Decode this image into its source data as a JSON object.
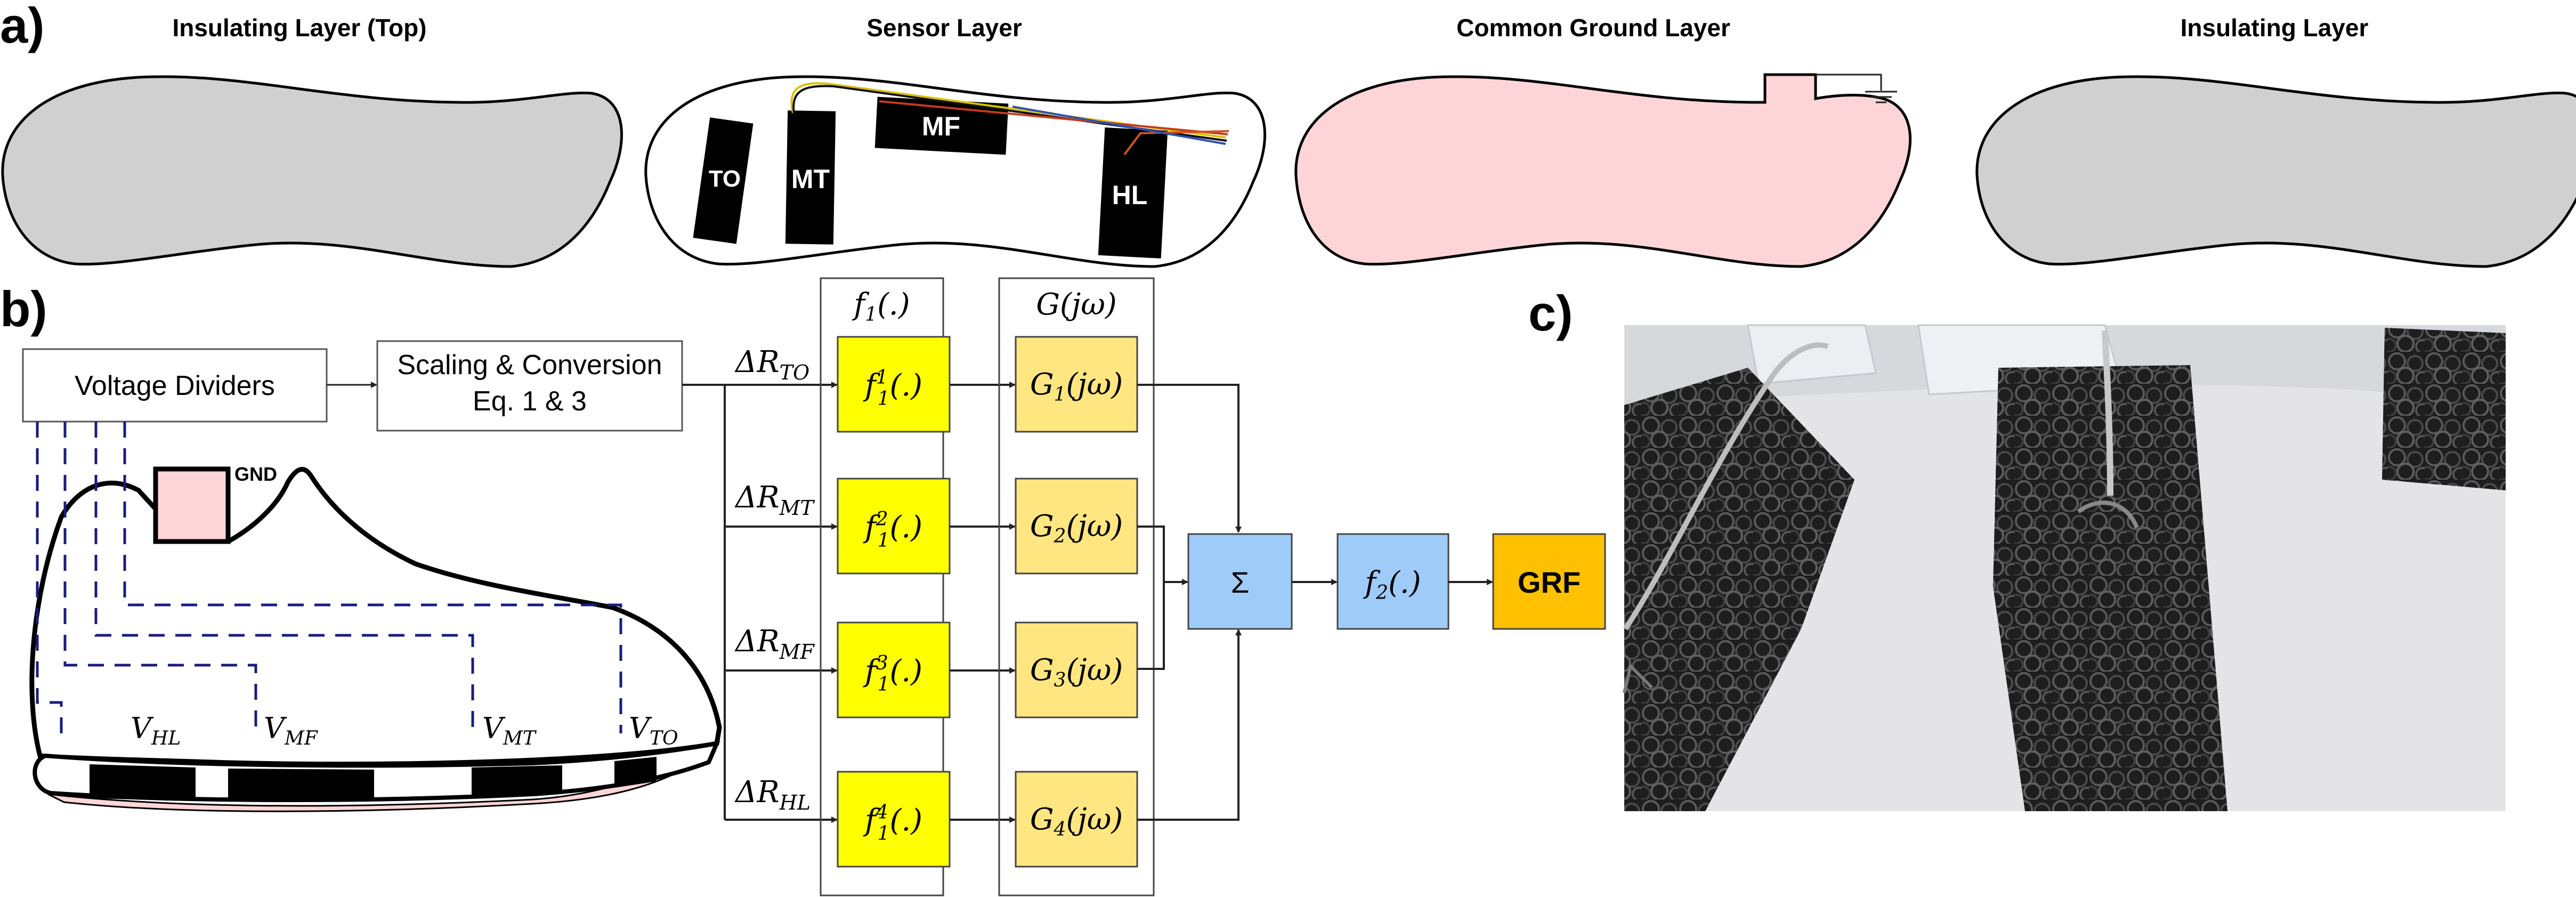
{
  "panel_a": {
    "label": "a)",
    "layers": [
      {
        "title": "Insulating Layer (Top)"
      },
      {
        "title": "Sensor Layer"
      },
      {
        "title": "Common Ground Layer"
      },
      {
        "title": "Insulating Layer"
      }
    ],
    "sensors": {
      "to": "TO",
      "mt": "MT",
      "mf": "MF",
      "hl": "HL"
    },
    "colors": {
      "insulating": "#d0d0d0",
      "ground": "#fdd5d8",
      "sensor": "#000000"
    }
  },
  "panel_b": {
    "label": "b)",
    "voltage_dividers": "Voltage Dividers",
    "scaling_line1": "Scaling & Conversion",
    "scaling_line2": "Eq. 1 & 3",
    "gnd": "GND",
    "v_labels": {
      "hl_v": "V",
      "hl_sub": "HL",
      "mf_v": "V",
      "mf_sub": "MF",
      "mt_v": "V",
      "mt_sub": "MT",
      "to_v": "V",
      "to_sub": "TO"
    },
    "f1_header": "f",
    "f1_header_sub": "1",
    "f1_header_arg": "(.)",
    "g_header": "G(jω)",
    "delta_r": [
      {
        "delta": "ΔR",
        "sub": "TO"
      },
      {
        "delta": "ΔR",
        "sub": "MT"
      },
      {
        "delta": "ΔR",
        "sub": "MF"
      },
      {
        "delta": "ΔR",
        "sub": "HL"
      }
    ],
    "f1_blocks": [
      {
        "f": "f",
        "sub": "1",
        "sup": "1",
        "arg": "(.)"
      },
      {
        "f": "f",
        "sub": "1",
        "sup": "2",
        "arg": "(.)"
      },
      {
        "f": "f",
        "sub": "1",
        "sup": "3",
        "arg": "(.)"
      },
      {
        "f": "f",
        "sub": "1",
        "sup": "4",
        "arg": "(.)"
      }
    ],
    "g_blocks": [
      {
        "g": "G",
        "sub": "1",
        "arg": "(jω)"
      },
      {
        "g": "G",
        "sub": "2",
        "arg": "(jω)"
      },
      {
        "g": "G",
        "sub": "3",
        "arg": "(jω)"
      },
      {
        "g": "G",
        "sub": "4",
        "arg": "(jω)"
      }
    ],
    "sum": "Σ",
    "f2": "f",
    "f2_sub": "2",
    "f2_arg": "(.)",
    "grf": "GRF",
    "colors": {
      "f1": "#ffff00",
      "g": "#ffe680",
      "sum": "#9fcbf9",
      "grf": "#ffc000",
      "dashed": "#1b1b80",
      "ground": "#fdd5d8"
    }
  },
  "panel_c": {
    "label": "c)"
  }
}
